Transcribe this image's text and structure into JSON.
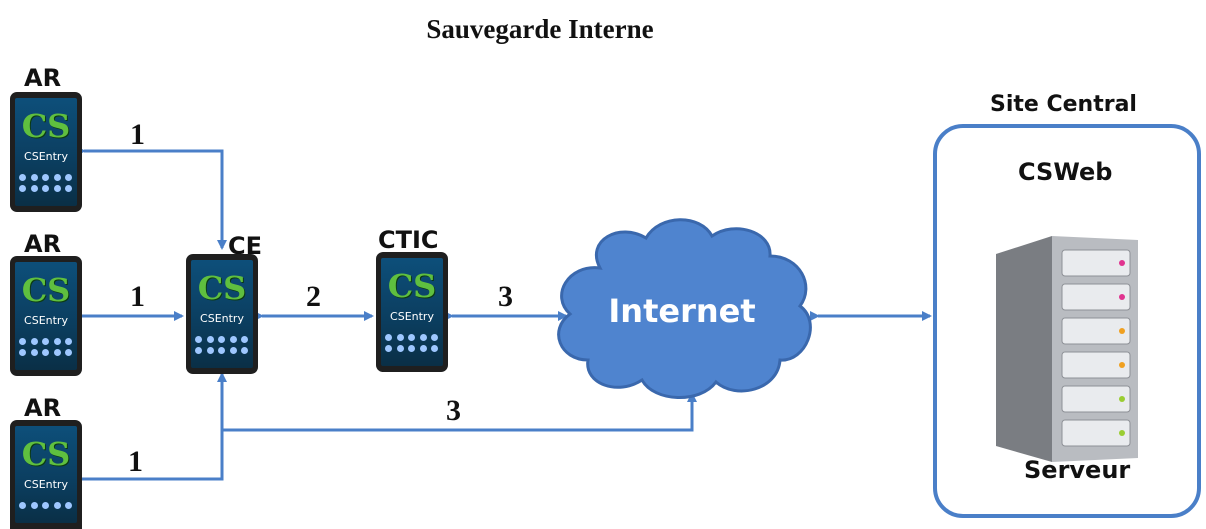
{
  "title": "Sauvegarde Interne",
  "devices": {
    "ar_label": "AR",
    "ce_label": "CE",
    "ctic_label": "CTIC",
    "app_name": "CSEntry",
    "app_logo": "CS"
  },
  "links": {
    "ar_ce_top": "1",
    "ar_ce_mid": "1",
    "ar_ce_bottom": "1",
    "ce_ctic": "2",
    "ctic_internet": "3",
    "ce_internet": "3"
  },
  "internet_label": "Internet",
  "site": {
    "title": "Site Central",
    "csweb": "CSWeb",
    "server_label": "Serveur"
  },
  "colors": {
    "arrow": "#4a7fc8",
    "cloud": "#4f84cf",
    "cloud_stroke": "#3a68ad",
    "box": "#4a7fc8"
  },
  "icons": [
    "tablet-icon",
    "cloud-icon",
    "server-icon"
  ]
}
